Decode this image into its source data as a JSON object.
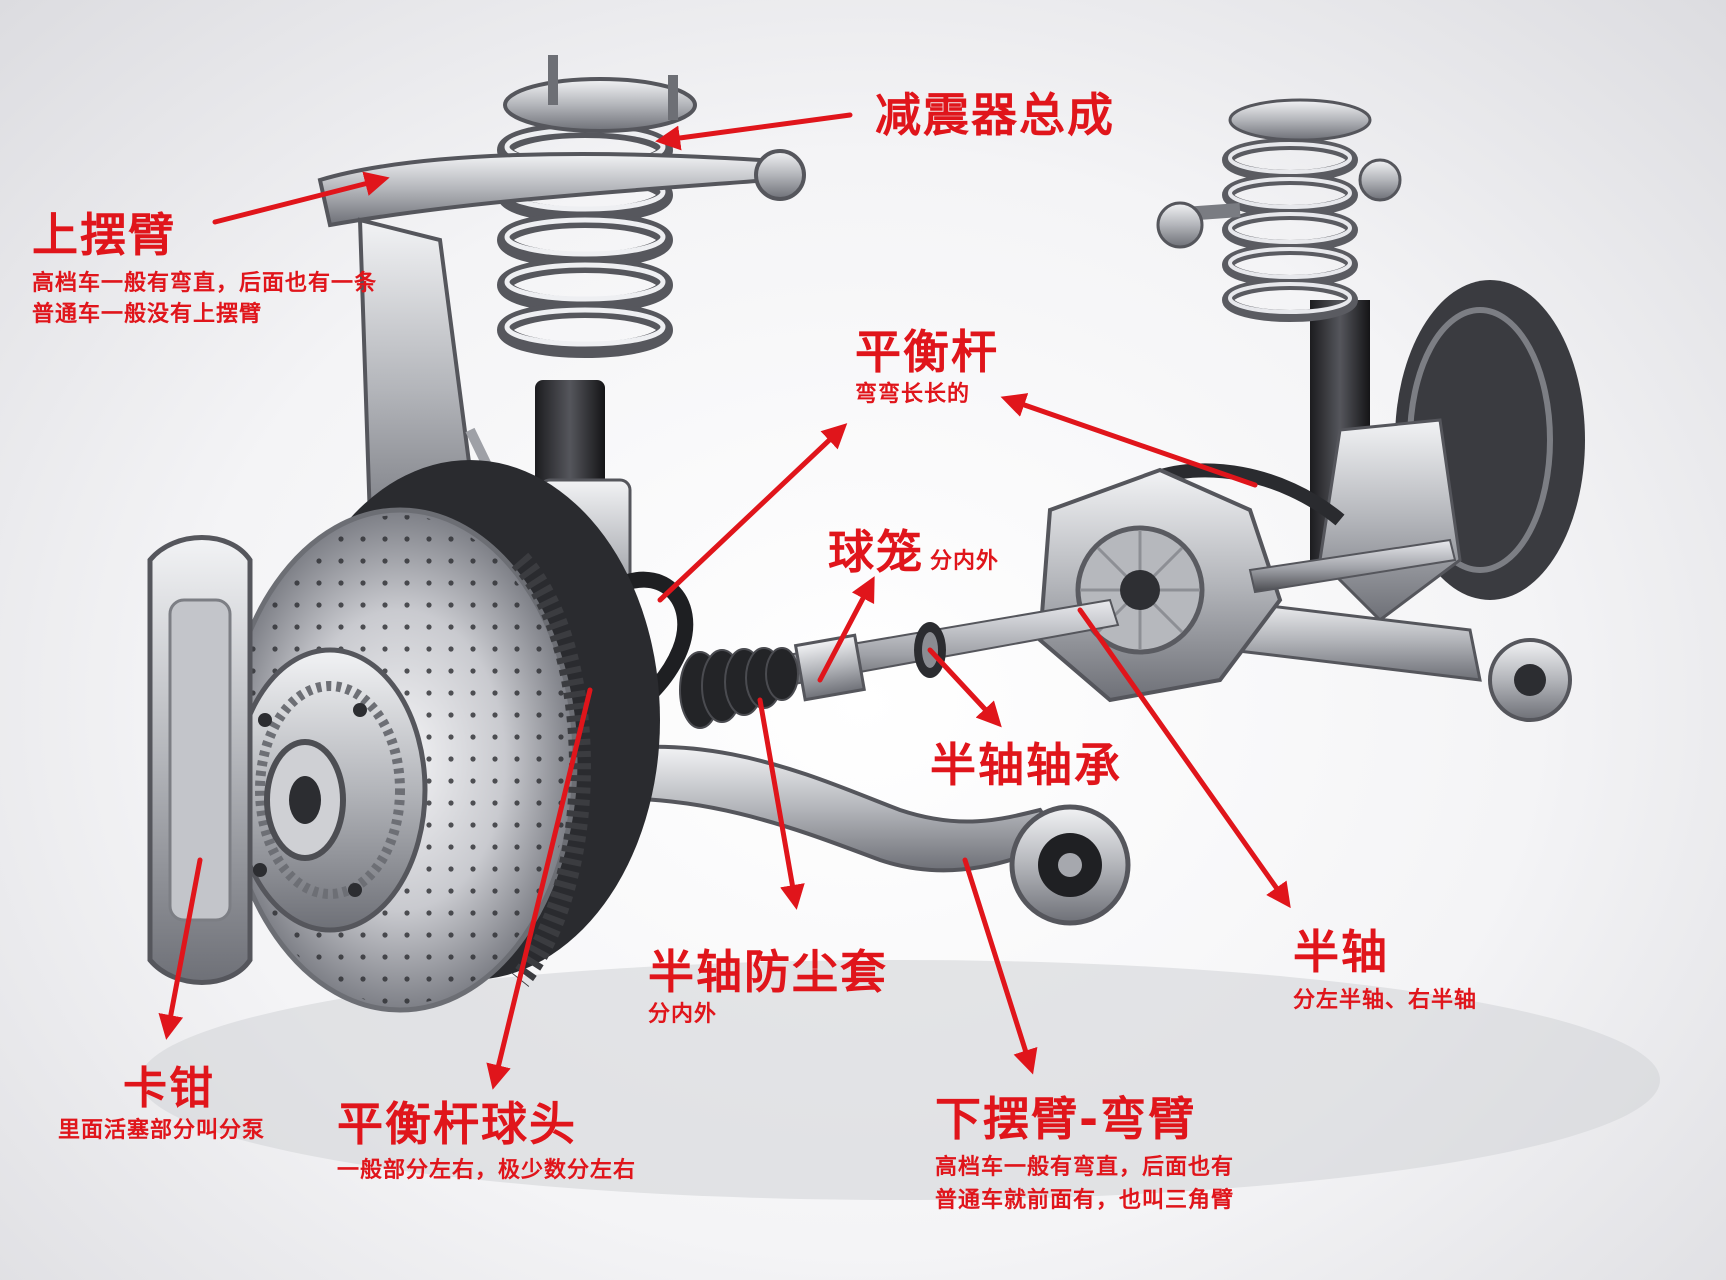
{
  "labels": {
    "shock_absorber": {
      "title": "减震器总成"
    },
    "upper_arm": {
      "title": "上摆臂",
      "lines": [
        "高档车一般有弯直，后面也有一条",
        "普通车一般没有上摆臂"
      ]
    },
    "stabilizer_bar": {
      "title": "平衡杆",
      "lines": [
        "弯弯长长的"
      ]
    },
    "cv_joint": {
      "title": "球笼",
      "inline": "分内外"
    },
    "axle_bearing": {
      "title": "半轴轴承"
    },
    "axle_boot": {
      "title": "半轴防尘套",
      "lines": [
        "分内外"
      ]
    },
    "half_shaft": {
      "title": "半轴",
      "lines": [
        "分左半轴、右半轴"
      ]
    },
    "caliper": {
      "title": "卡钳",
      "lines": [
        "里面活塞部分叫分泵"
      ]
    },
    "stabilizer_link": {
      "title": "平衡杆球头",
      "lines": [
        "一般部分左右，极少数分左右"
      ]
    },
    "lower_arm": {
      "title": "下摆臂-弯臂",
      "lines": [
        "高档车一般有弯直，后面也有",
        "普通车就前面有，也叫三角臂"
      ]
    }
  },
  "colors": {
    "annotation": "#e0151b",
    "metal_light": "#d8d9dc",
    "metal_dark": "#3a3b3f"
  }
}
